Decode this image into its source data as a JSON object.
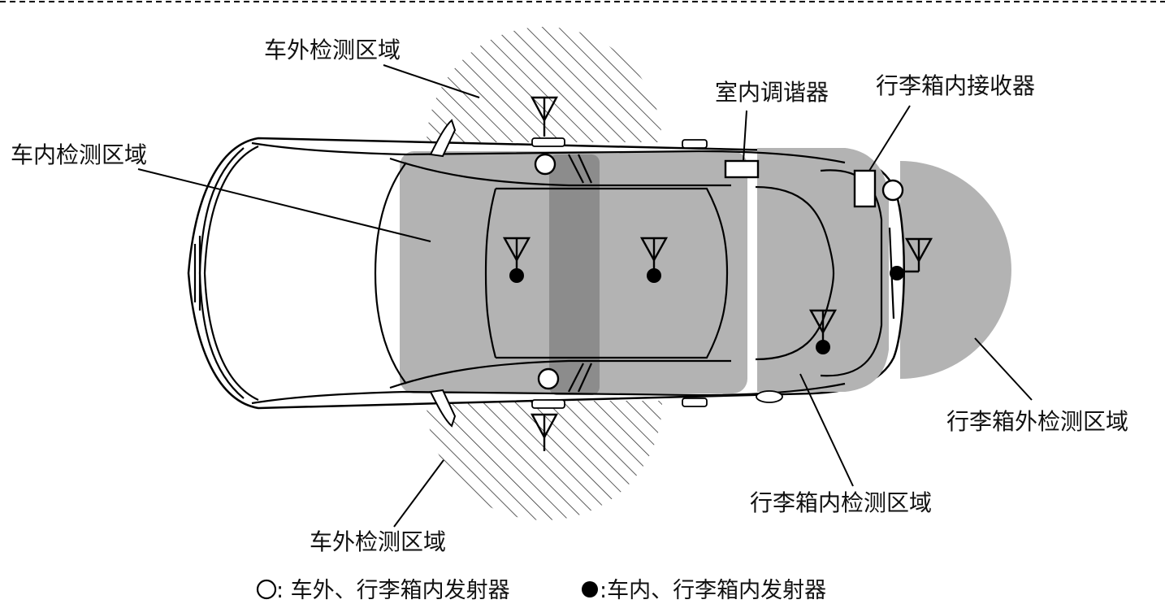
{
  "labels": {
    "exterior_zone_top": "车外检测区域",
    "exterior_zone_bottom": "车外检测区域",
    "interior_zone": "车内检测区域",
    "indoor_tuner": "室内调谐器",
    "trunk_receiver": "行李箱内接收器",
    "trunk_exterior_zone": "行李箱外检测区域",
    "trunk_interior_zone": "行李箱内检测区域"
  },
  "legend": {
    "open_circle_text": ": 车外、行李箱内发射器",
    "filled_circle_text": ":车内、行李箱内发射器"
  },
  "colors": {
    "interior_zone": "#b3b3b3",
    "overlap_zone": "#8c8c8c",
    "hatch": "#333333",
    "outline": "#000000"
  },
  "icons": {
    "antenna": "antenna-icon",
    "open_circle": "open-circle-transmitter-icon",
    "filled_circle": "filled-circle-transmitter-icon"
  }
}
